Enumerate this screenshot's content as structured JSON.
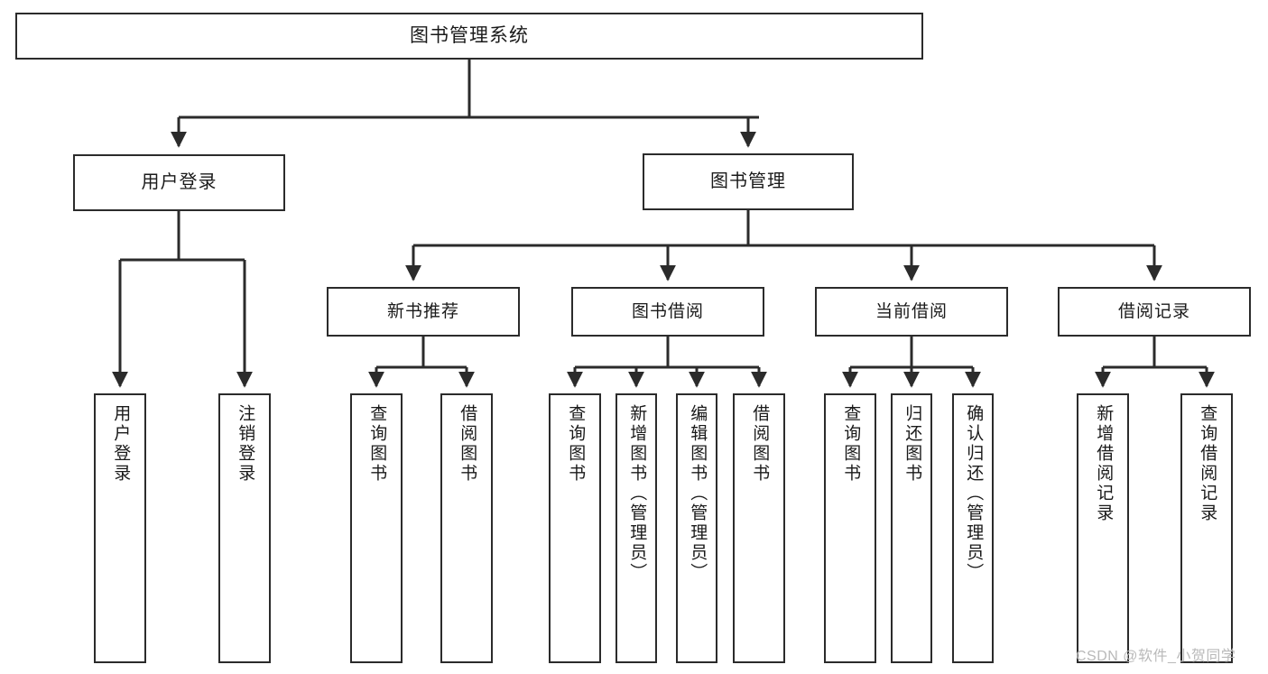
{
  "diagram": {
    "title": "图书管理系统",
    "type": "hierarchy-tree",
    "colors": {
      "box_border": "#2b2b2b",
      "box_fill": "#ffffff",
      "connector": "#2b2b2b",
      "watermark": "#b9b9b9",
      "page_background": "#ffffff"
    },
    "root": {
      "label": "图书管理系统"
    },
    "level1": [
      {
        "label": "用户登录"
      },
      {
        "label": "图书管理"
      }
    ],
    "level2": [
      {
        "label": "新书推荐"
      },
      {
        "label": "图书借阅"
      },
      {
        "label": "当前借阅"
      },
      {
        "label": "借阅记录"
      }
    ],
    "leaves": {
      "user_login": [
        {
          "label": "用户登录"
        },
        {
          "label": "注销登录"
        }
      ],
      "new_book_recommend": [
        {
          "label": "查询图书"
        },
        {
          "label": "借阅图书"
        }
      ],
      "book_borrow": [
        {
          "label": "查询图书"
        },
        {
          "label": "新增图书（管理员）"
        },
        {
          "label": "编辑图书（管理员）"
        },
        {
          "label": "借阅图书"
        }
      ],
      "current_borrow": [
        {
          "label": "查询图书"
        },
        {
          "label": "归还图书"
        },
        {
          "label": "确认归还（管理员）"
        }
      ],
      "borrow_records": [
        {
          "label": "新增借阅记录"
        },
        {
          "label": "查询借阅记录"
        }
      ]
    }
  },
  "watermark": {
    "text": "CSDN @软件_小贺同学"
  }
}
